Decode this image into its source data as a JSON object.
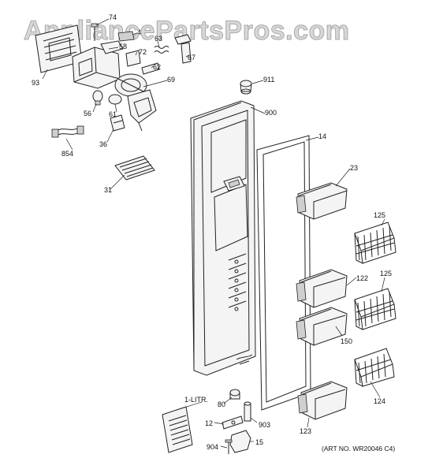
{
  "watermark": "AppliancePartsPros.com",
  "art_number": "(ART NO. WR20046 C4)",
  "callouts": {
    "c74": "74",
    "c4": "4",
    "c58": "58",
    "c63": "63",
    "c72": "72",
    "c67": "67",
    "c93": "93",
    "c62": "62",
    "c69": "69",
    "c911": "911",
    "c56": "56",
    "c61": "61",
    "c900": "900",
    "c36": "36",
    "c854": "854",
    "c14": "14",
    "c23": "23",
    "c31": "31",
    "c125a": "125",
    "c122": "122",
    "c125b": "125",
    "c150": "150",
    "c124": "124",
    "c1litr": "1-LITR.",
    "c80": "80",
    "c12": "12",
    "c903": "903",
    "c123": "123",
    "c904": "904",
    "c15": "15"
  }
}
